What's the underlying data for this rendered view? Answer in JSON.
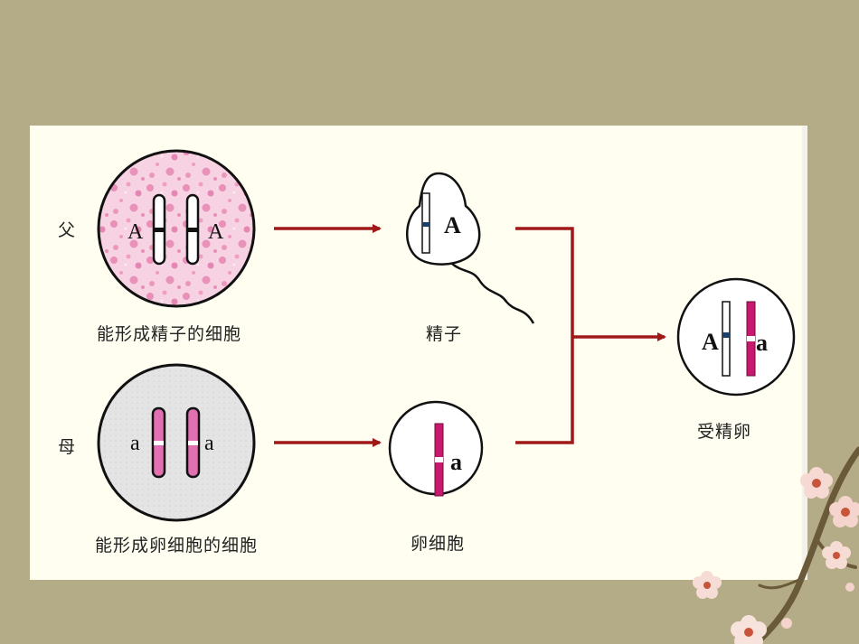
{
  "father_label": "父",
  "mother_label": "母",
  "sperm_forming_cell_caption": "能形成精子的细胞",
  "egg_forming_cell_caption": "能形成卵细胞的细胞",
  "sperm_caption": "精子",
  "egg_caption": "卵细胞",
  "zygote_caption": "受精卵",
  "genes": {
    "father_cell": [
      "A",
      "A"
    ],
    "mother_cell": [
      "a",
      "a"
    ],
    "sperm": "A",
    "egg": "a",
    "zygote": [
      "A",
      "a"
    ]
  },
  "colors": {
    "background": "#b3ac86",
    "panel": "#fffef0",
    "father_cell_fill": "#f3c8dc",
    "mother_cell_fill": "#e3e3e3",
    "arrow": "#a01818",
    "mother_chromosome": "#c8196e",
    "father_band": "#1c3f66"
  }
}
